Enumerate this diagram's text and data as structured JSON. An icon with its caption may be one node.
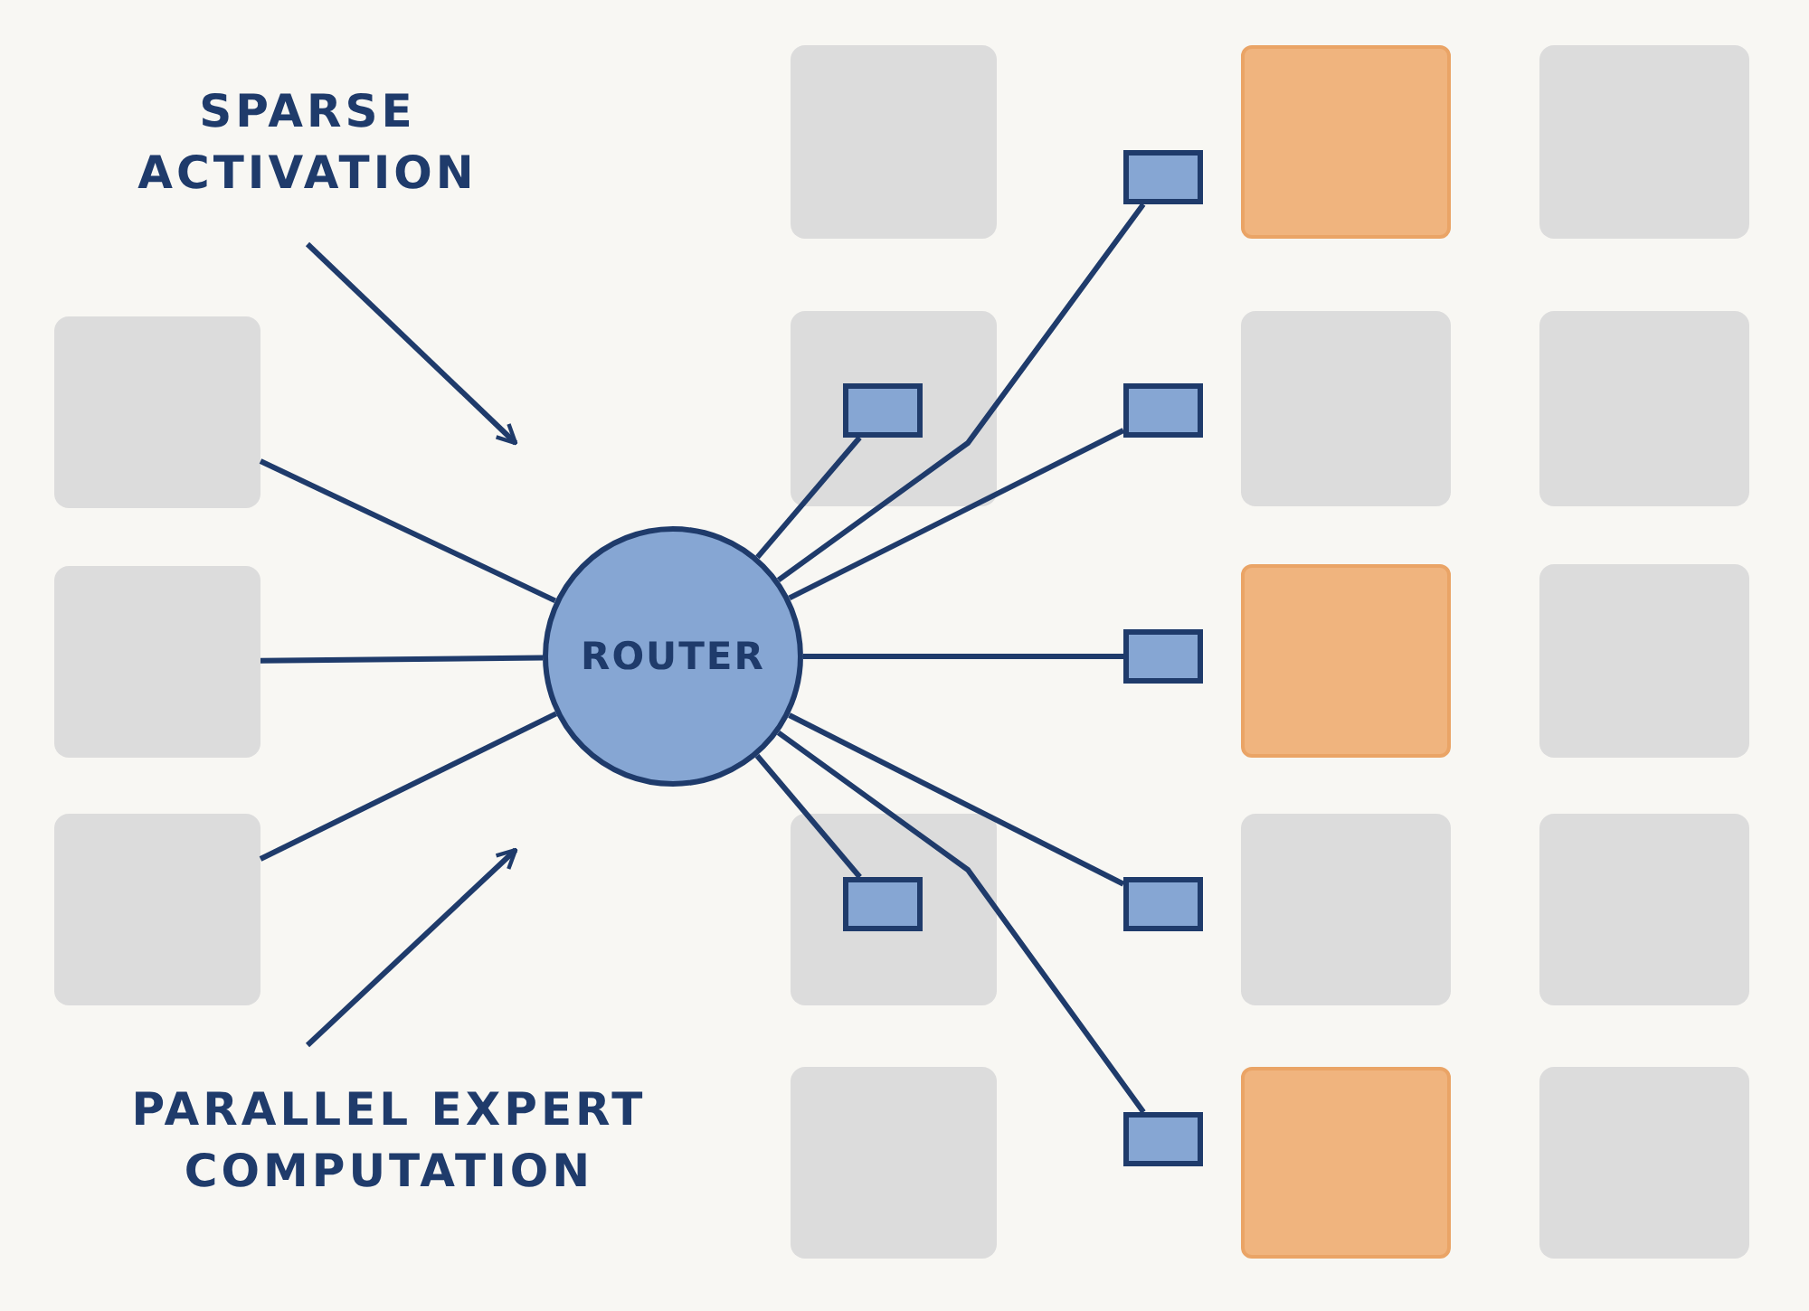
{
  "diagram": {
    "nodes": [
      {
        "text": [
          "SPARSE ACTIVATION"
        ]
      },
      {
        "text": [],
        "shape": "box"
      },
      {
        "text": [],
        "shape": "box"
      },
      {
        "text": [],
        "shape": "box"
      },
      {
        "text": [],
        "shape": "box"
      },
      {
        "text": [],
        "shape": "box"
      },
      {
        "text": [],
        "shape": "box"
      },
      {
        "text": [],
        "shape": "box",
        "in": 6
      },
      {
        "text": [],
        "shape": "box"
      },
      {
        "text": [],
        "shape": "box"
      },
      {
        "text": [],
        "shape": "box"
      },
      {
        "text": [],
        "shape": "box"
      },
      {
        "text": [
          "ROUTER"
        ]
      },
      {
        "text": [],
        "shape": "box"
      },
      {
        "text": [],
        "shape": "box"
      },
      {
        "text": [],
        "shape": "box"
      },
      {
        "text": [],
        "shape": "box"
      },
      {
        "text": [],
        "shape": "box"
      },
      {
        "text": [],
        "shape": "box",
        "in": 17
      },
      {
        "text": [],
        "shape": "box"
      },
      {
        "text": [],
        "shape": "box"
      },
      {
        "text": [],
        "shape": "box"
      },
      {
        "text": [
          "PARALLEL EXPERT COMPUTATION"
        ]
      },
      {
        "text": [],
        "shape": "box"
      },
      {
        "text": [],
        "shape": "box"
      },
      {
        "text": [],
        "shape": "box"
      },
      {
        "text": [],
        "shape": "box"
      }
    ],
    "edges": [
      {
        "from": 5,
        "to": 12,
        "arrow": "none"
      },
      {
        "from": 11,
        "to": 12,
        "arrow": "none"
      },
      {
        "from": 16,
        "to": 12,
        "arrow": "none"
      },
      {
        "from": 12,
        "to": 2,
        "arrow": "none"
      },
      {
        "from": 12,
        "to": 7,
        "arrow": "none"
      },
      {
        "from": 12,
        "to": 8,
        "arrow": "none"
      },
      {
        "from": 12,
        "to": 13,
        "arrow": "none"
      },
      {
        "from": 12,
        "to": 18,
        "arrow": "none"
      },
      {
        "from": 12,
        "to": 19,
        "arrow": "none"
      },
      {
        "from": 12,
        "to": 24,
        "arrow": "none"
      },
      {
        "from": 0,
        "to": null,
        "arrow": "to"
      },
      {
        "from": 22,
        "to": null,
        "arrow": "to"
      }
    ]
  }
}
